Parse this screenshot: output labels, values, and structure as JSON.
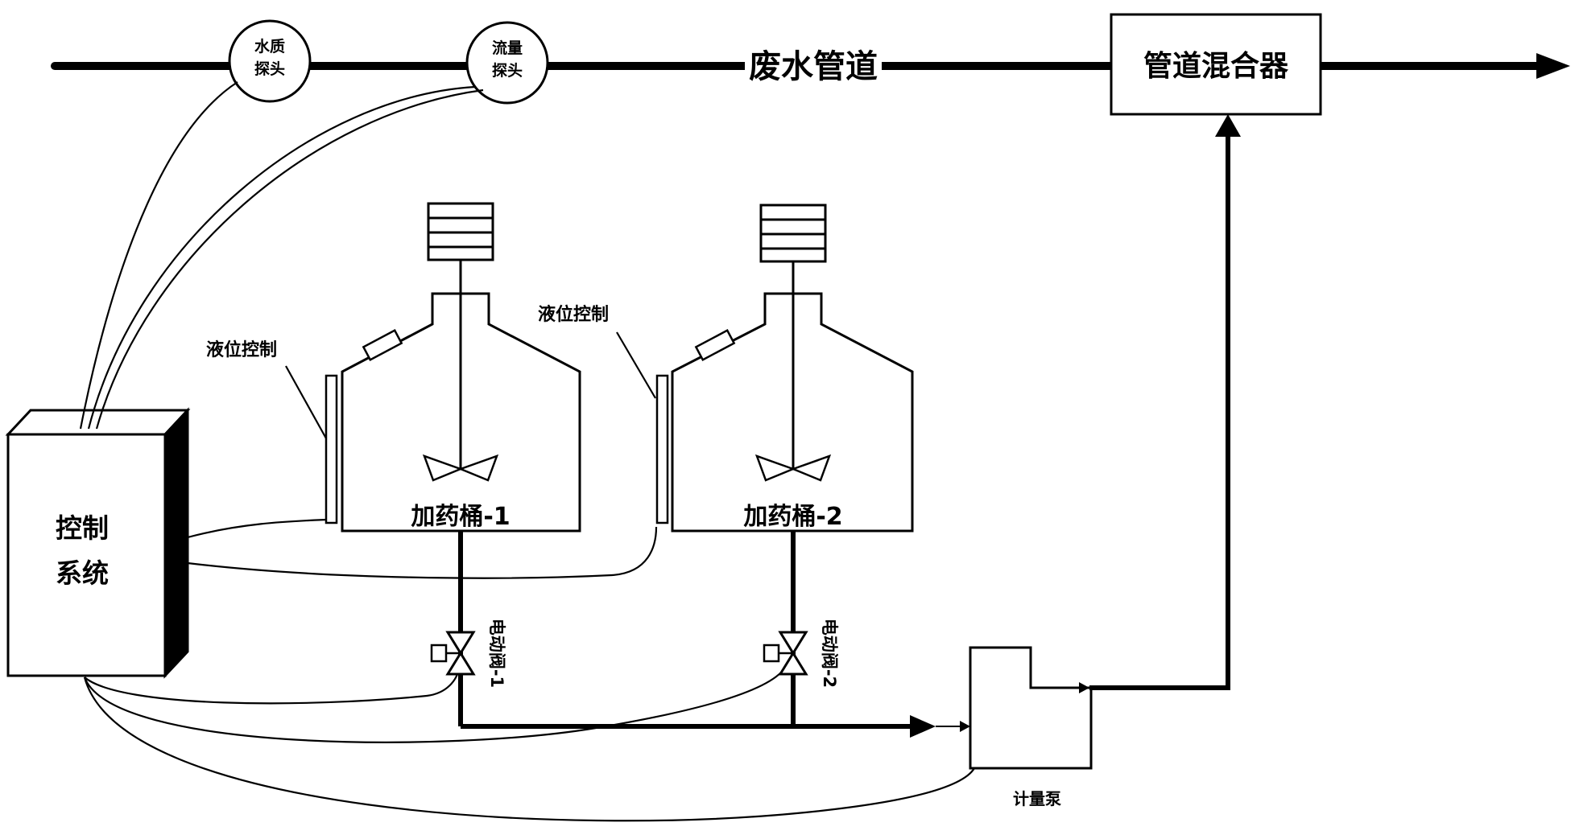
{
  "labels": {
    "water_quality_probe_l1": "水质",
    "water_quality_probe_l2": "探头",
    "flow_probe_l1": "流量",
    "flow_probe_l2": "探头",
    "wastewater_pipe": "废水管道",
    "pipe_mixer": "管道混合器",
    "control_system_l1": "控制",
    "control_system_l2": "系统",
    "level_control_1": "液位控制",
    "level_control_2": "液位控制",
    "dosing_tank_1": "加药桶-1",
    "dosing_tank_2": "加药桶-2",
    "electric_valve_1": "电动阀-1",
    "electric_valve_2": "电动阀-2",
    "metering_pump": "计量泵"
  }
}
